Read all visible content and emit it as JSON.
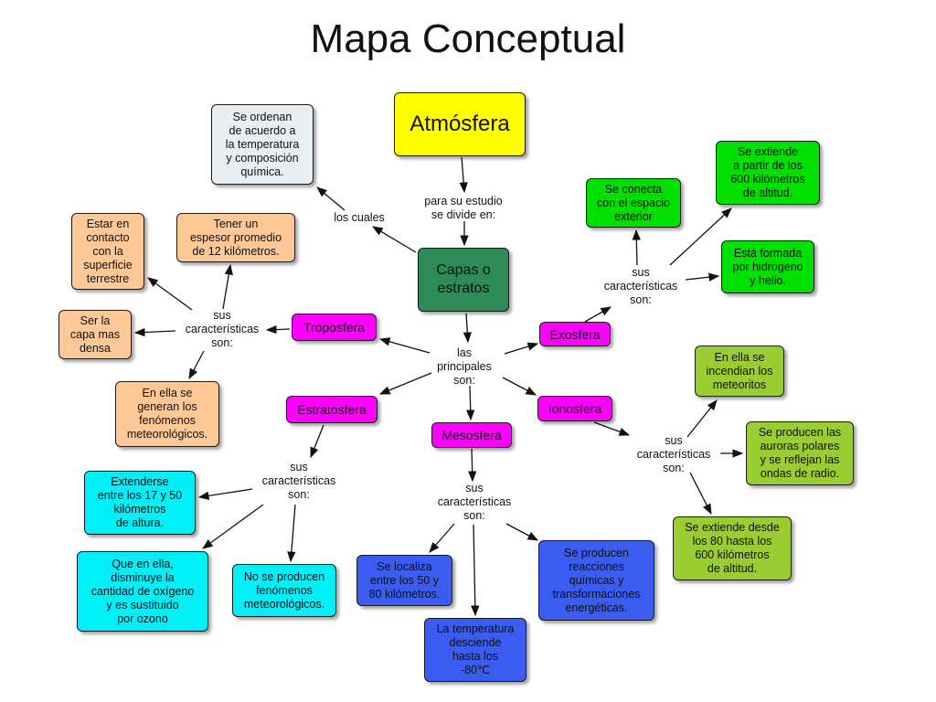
{
  "title": "Mapa Conceptual",
  "colors": {
    "yellow": "#ffff00",
    "green_dark": "#2e8b57",
    "magenta": "#ff00ff",
    "gray": "#e8eef2",
    "orange": "#ffc896",
    "green": "#00e000",
    "cyan": "#00f0f8",
    "blue": "#3a5cf0",
    "olive": "#9acd32"
  },
  "nodes": {
    "atmosfera": "Atmósfera",
    "capas": "Capas o\nestratos",
    "ordenan": "Se ordenan\nde acuerdo a\nla temperatura\ny composición\nquímica.",
    "troposfera": "Troposfera",
    "estratosfera": "Estratosfera",
    "mesosfera": "Mesosfera",
    "exosfera": "Exosfera",
    "ionosfera": "Ionosfera",
    "tropo_contacto": "Estar en\ncontacto\ncon la\nsuperficie\nterrestre",
    "tropo_espesor": "Tener un\nespesor promedio\nde 12 kilómetros.",
    "tropo_densa": "Ser la\ncapa mas\ndensa",
    "tropo_fenomenos": "En ella se\ngeneran los\nfenómenos\nmeteorológicos.",
    "estrato_extiende": "Extenderse\nentre los 17 y 50\nkilómetros\nde altura.",
    "estrato_oxigeno": "Que en ella,\ndisminuye la\ncantidad de oxígeno\ny es sustituido\npor ozono",
    "estrato_nofenom": "No se producen\nfenómenos\nmeteorológicos.",
    "meso_localiza": "Se localiza\nentre los 50 y\n80 kilómetros.",
    "meso_temperatura": "La temperatura\ndesciende\nhasta los\n-80℃",
    "meso_reacciones": "Se producen\nreacciones\nquímicas y\ntransformaciones\nenergéticas.",
    "exo_conecta": "Se conecta\ncon el espacio\nexterior",
    "exo_extiende": "Se extiende\na partir de los\n600 kilómetros\nde altitud.",
    "exo_formada": "Está formada\npor hidrogeno\ny helio.",
    "iono_meteoritos": "En ella se\nincendian los\nmeteoritos",
    "iono_auroras": "Se producen las\nauroras polares\ny se reflejan las\nondas de radio.",
    "iono_extiende": "Se extiende desde\nlos 80 hasta los\n600 kilómetros\nde altitud."
  },
  "links": {
    "estudio": "para su estudio\nse divide en:",
    "cuales": "los cuales",
    "principales": "las\nprincipales\nson:",
    "tropo_sus": "sus\ncaracterísticas\nson:",
    "estrato_sus": "sus\ncaracterísticas\nson:",
    "meso_sus": "sus\ncaracterísticas\nson:",
    "exo_sus": "sus\ncaracterísticas\nson:",
    "iono_sus": "sus\ncaracterísticas\nson:"
  }
}
